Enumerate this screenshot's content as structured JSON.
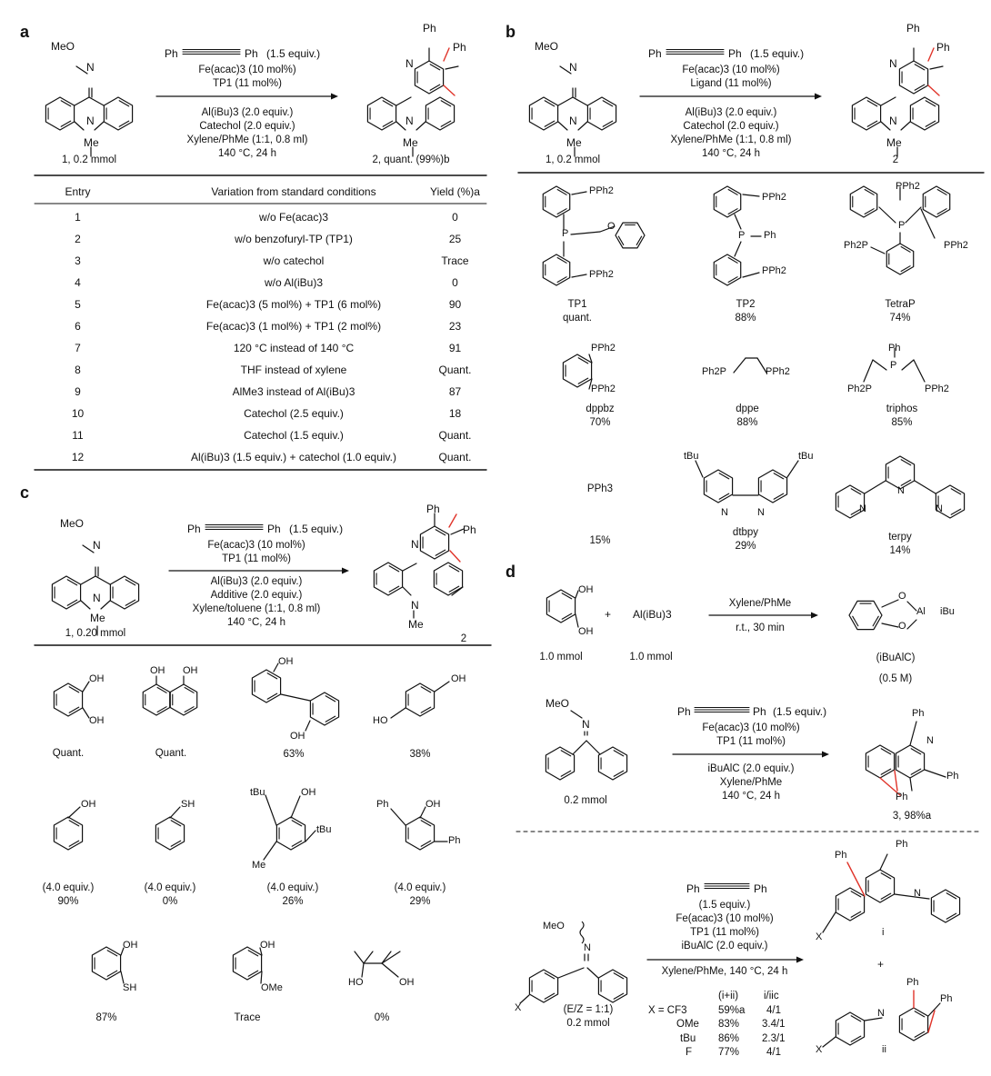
{
  "panels": {
    "a": "a",
    "b": "b",
    "c": "c",
    "d": "d"
  },
  "common": {
    "ph": "Ph",
    "me": "Me",
    "meo": "MeO",
    "n": "N",
    "o": "O",
    "alkyne_equiv": "(1.5 equiv.)",
    "fe": "Fe(acac)3 (10 mol%)",
    "tp1": "TP1 (11 mol%)",
    "ligand": "Ligand (11 mol%)",
    "al": "Al(iBu)3 (2.0 equiv.)",
    "catechol": "Catechol (2.0 equiv.)",
    "additive": "Additive (2.0 equiv.)",
    "solvent": "Xylene/PhMe (1:1, 0.8 ml)",
    "solvent_c": "Xylene/toluene (1:1, 0.8 ml)",
    "temp": "140 °C, 24 h"
  },
  "panel_a": {
    "sm_label": "1, 0.2 mmol",
    "product_label": "2, quant. (99%)b",
    "table": {
      "headers": [
        "Entry",
        "Variation from standard conditions",
        "Yield (%)a"
      ],
      "rows": [
        [
          "1",
          "w/o Fe(acac)3",
          "0"
        ],
        [
          "2",
          "w/o benzofuryl-TP (TP1)",
          "25"
        ],
        [
          "3",
          "w/o catechol",
          "Trace"
        ],
        [
          "4",
          "w/o Al(iBu)3",
          "0"
        ],
        [
          "5",
          "Fe(acac)3 (5 mol%) + TP1 (6 mol%)",
          "90"
        ],
        [
          "6",
          "Fe(acac)3 (1 mol%) + TP1 (2 mol%)",
          "23"
        ],
        [
          "7",
          "120 °C instead of 140 °C",
          "91"
        ],
        [
          "8",
          "THF instead of xylene",
          "Quant."
        ],
        [
          "9",
          "AlMe3 instead of Al(iBu)3",
          "87"
        ],
        [
          "10",
          "Catechol (2.5 equiv.)",
          "18"
        ],
        [
          "11",
          "Catechol (1.5 equiv.)",
          "Quant."
        ],
        [
          "12",
          "Al(iBu)3 (1.5 equiv.) + catechol (1.0 equiv.)",
          "Quant."
        ]
      ]
    }
  },
  "panel_b": {
    "sm_label": "1, 0.2 mmol",
    "product_label": "2",
    "ligands": [
      {
        "name": "TP1",
        "yield": "quant."
      },
      {
        "name": "TP2",
        "yield": "88%"
      },
      {
        "name": "TetraP",
        "yield": "74%"
      },
      {
        "name": "dppbz",
        "yield": "70%"
      },
      {
        "name": "dppe",
        "yield": "88%"
      },
      {
        "name": "triphos",
        "yield": "85%"
      },
      {
        "name": "PPh3",
        "yield": "15%"
      },
      {
        "name": "dtbpy",
        "yield": "29%"
      },
      {
        "name": "terpy",
        "yield": "14%"
      }
    ],
    "atoms": {
      "pph2": "PPh2",
      "ph2p": "Ph2P",
      "p": "P",
      "ph": "Ph",
      "tbu": "tBu",
      "n": "N"
    }
  },
  "panel_c": {
    "sm_label": "1, 0.20 mmol",
    "product_label": "2",
    "additives": [
      {
        "name": "catechol",
        "yield": "Quant."
      },
      {
        "name": "1,8-dihydroxynaphthalene",
        "yield": "Quant."
      },
      {
        "name": "2,2'-biphenol",
        "yield": "63%"
      },
      {
        "name": "hydroquinone",
        "yield": "38%"
      },
      {
        "name": "phenol",
        "equiv": "(4.0 equiv.)",
        "yield": "90%"
      },
      {
        "name": "thiophenol",
        "equiv": "(4.0 equiv.)",
        "yield": "0%"
      },
      {
        "name": "BHT",
        "equiv": "(4.0 equiv.)",
        "yield": "26%"
      },
      {
        "name": "2,6-diphenylphenol",
        "equiv": "(4.0 equiv.)",
        "yield": "29%"
      },
      {
        "name": "2-mercaptophenol",
        "yield": "87%"
      },
      {
        "name": "guaiacol",
        "yield": "Trace"
      },
      {
        "name": "pinacol",
        "yield": "0%"
      }
    ],
    "atoms": {
      "oh": "OH",
      "ho": "HO",
      "sh": "SH",
      "ome": "OMe",
      "tbu": "tBu",
      "me": "Me",
      "ph": "Ph"
    }
  },
  "panel_d": {
    "plus": "+",
    "catechol_amount": "1.0 mmol",
    "al_reagent": "Al(iBu)3",
    "al_amount": "1.0 mmol",
    "step1_solvent": "Xylene/PhMe",
    "step1_cond": "r.t., 30 min",
    "al_atom": "Al",
    "ibu": "iBu",
    "biualc_label": "(iBuAlC)",
    "biualc_conc": "(0.5 M)",
    "rxn2": {
      "sm_amount": "0.2 mmol",
      "fe": "Fe(acac)3 (10 mol%)",
      "tp1": "TP1 (11 mol%)",
      "ibualc": "iBuAlC (2.0 equiv.)",
      "solvent": "Xylene/PhMe",
      "temp": "140 °C, 24 h",
      "product": "3, 98%a"
    },
    "rxn3": {
      "alkyne_equiv": "(1.5 equiv.)",
      "fe": "Fe(acac)3 (10 mol%)",
      "tp1": "TP1 (11 mol%)",
      "ibualc": "iBuAlC (2.0 equiv.)",
      "cond": "Xylene/PhMe, 140 °C, 24 h",
      "ez": "(E/Z = 1:1)",
      "sm_amount": "0.2 mmol",
      "x": "X",
      "prod_i": "i",
      "prod_ii": "ii",
      "col1": "(i+ii)",
      "col2": "i/iic",
      "rows": [
        {
          "sub": "X = CF3",
          "yield": "59%a",
          "ratio": "4/1"
        },
        {
          "sub": "OMe",
          "yield": "83%",
          "ratio": "3.4/1"
        },
        {
          "sub": "tBu",
          "yield": "86%",
          "ratio": "2.3/1"
        },
        {
          "sub": "F",
          "yield": "77%",
          "ratio": "4/1"
        }
      ]
    }
  }
}
